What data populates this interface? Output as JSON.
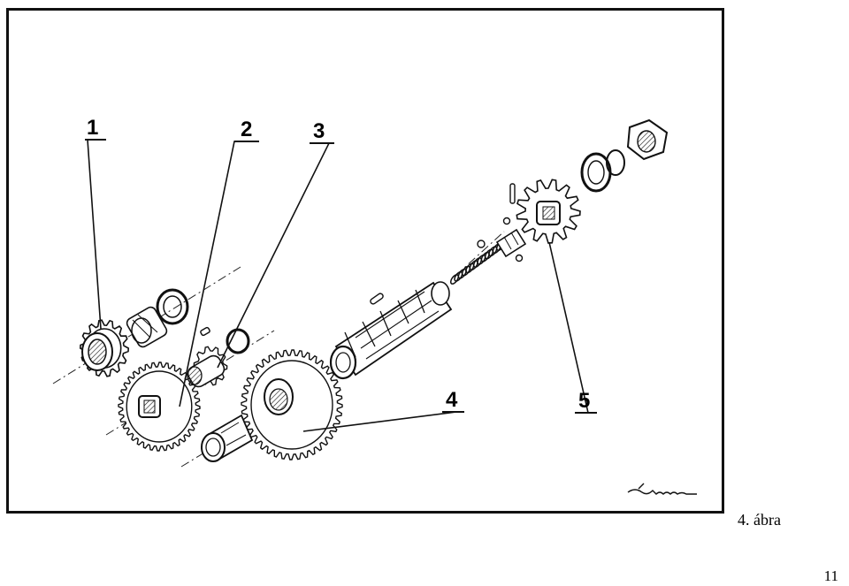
{
  "figure": {
    "callouts": [
      "1",
      "2",
      "3",
      "4",
      "5"
    ],
    "signature": "Kuna"
  },
  "caption": "4. ábra",
  "page_number": "11"
}
